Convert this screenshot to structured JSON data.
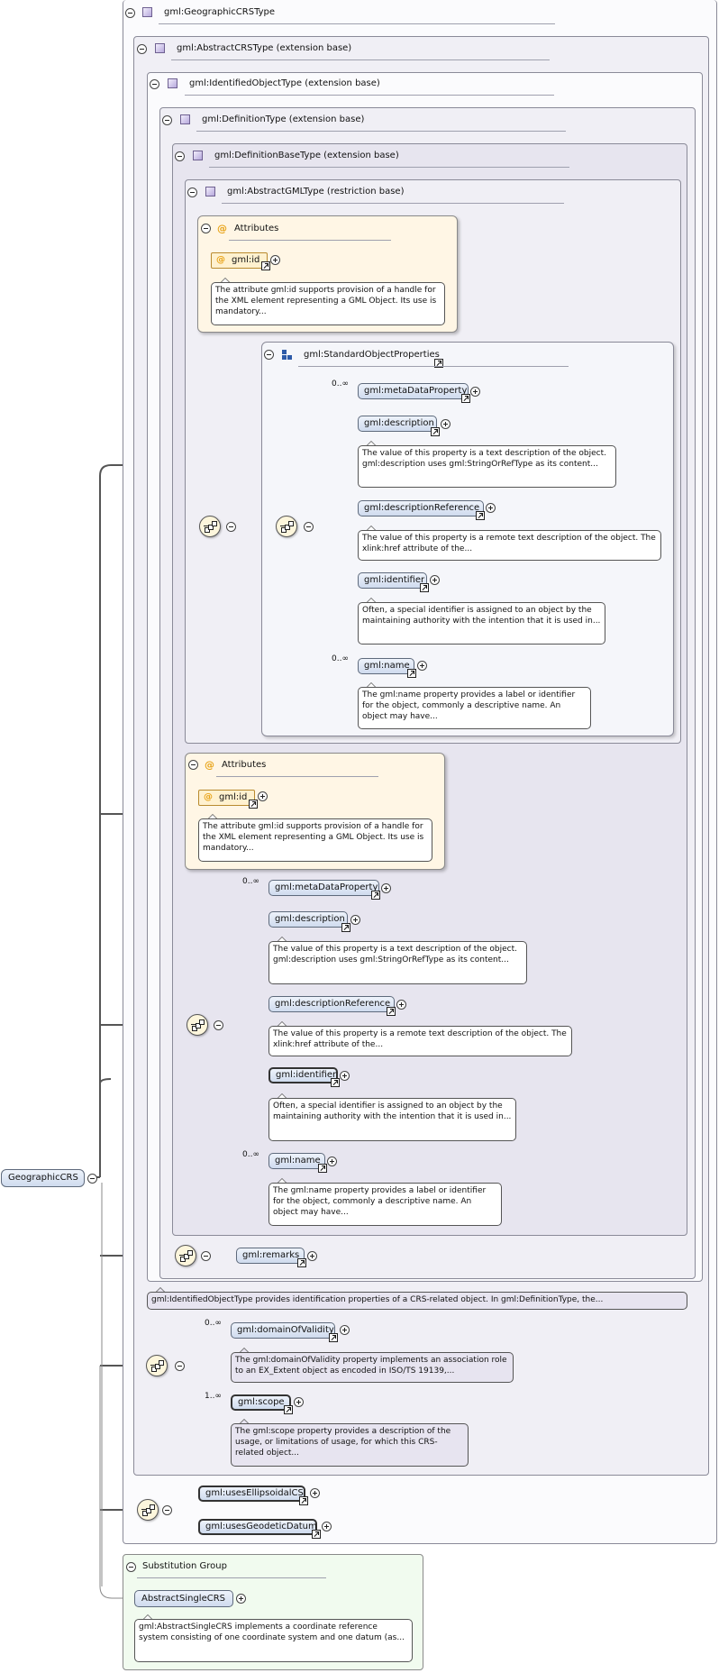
{
  "root": {
    "label": "GeographicCRS"
  },
  "types": {
    "geographic": "gml:GeographicCRSType",
    "abstract_crs": "gml:AbstractCRSType (extension base)",
    "identified": "gml:IdentifiedObjectType (extension base)",
    "definition": "gml:DefinitionType (extension base)",
    "definition_base": "gml:DefinitionBaseType (extension base)",
    "abstract_gml": "gml:AbstractGMLType (restriction base)"
  },
  "attributes": {
    "header": "Attributes",
    "id_label": "gml:id",
    "id_doc": "The attribute gml:id supports provision of a handle for the XML element representing a GML Object. Its use is mandatory..."
  },
  "standard_object_properties": {
    "label": "gml:StandardObjectProperties"
  },
  "props": {
    "metadata": "gml:metaDataProperty",
    "description": "gml:description",
    "description_doc": "The value of this property is a text description of the object. gml:description uses gml:StringOrRefType as its content...",
    "description_ref": "gml:descriptionReference",
    "description_ref_doc": "The value of this property is a remote text description of the object. The xlink:href attribute of the...",
    "identifier": "gml:identifier",
    "identifier_doc": "Often, a special identifier is assigned to an object by the maintaining authority with the intention that it is used in...",
    "name": "gml:name",
    "name_doc": "The gml:name property provides a label or identifier for the object, commonly a descriptive name. An object may have...",
    "card_multi": "0..∞"
  },
  "remarks": {
    "label": "gml:remarks"
  },
  "identified_doc": "gml:IdentifiedObjectType provides identification properties of a CRS-related object. In gml:DefinitionType, the...",
  "crs_props": {
    "domain": "gml:domainOfValidity",
    "domain_card": "0..∞",
    "domain_doc": "The gml:domainOfValidity property implements an association role to an EX_Extent object as encoded in ISO/TS 19139,...",
    "scope": "gml:scope",
    "scope_card": "1..∞",
    "scope_doc": "The gml:scope property provides a description of the usage, or limitations of usage, for which this CRS-related object..."
  },
  "geo_props": {
    "ellipsoidal_cs": "gml:usesEllipsoidalCS",
    "geodetic_datum": "gml:usesGeodeticDatum"
  },
  "substitution": {
    "header": "Substitution Group",
    "element": "AbstractSingleCRS",
    "doc": "gml:AbstractSingleCRS implements a coordinate reference system consisting of one coordinate system and one datum (as..."
  }
}
